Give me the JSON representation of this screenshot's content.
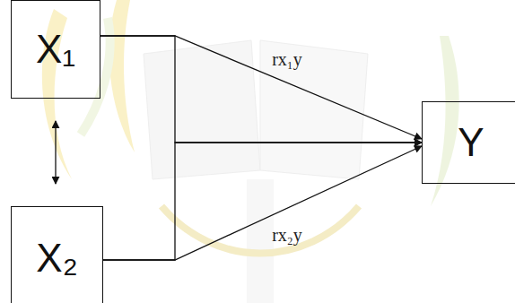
{
  "diagram": {
    "nodes": [
      {
        "text": [
          "X₁"
        ]
      },
      {
        "text": [
          "X₂"
        ]
      },
      {
        "text": [
          "Y"
        ]
      }
    ],
    "edges": [
      {
        "from": 0,
        "to": 2,
        "arrow": "to",
        "label": "rx₁y"
      },
      {
        "from": 1,
        "to": 2,
        "arrow": "to",
        "label": "rx₂y"
      },
      {
        "from": 0,
        "to": 1,
        "arrow": "both"
      },
      {
        "from": 0,
        "to": 2,
        "arrow": "to"
      },
      {
        "from": 1,
        "to": 2,
        "arrow": "to"
      }
    ]
  }
}
